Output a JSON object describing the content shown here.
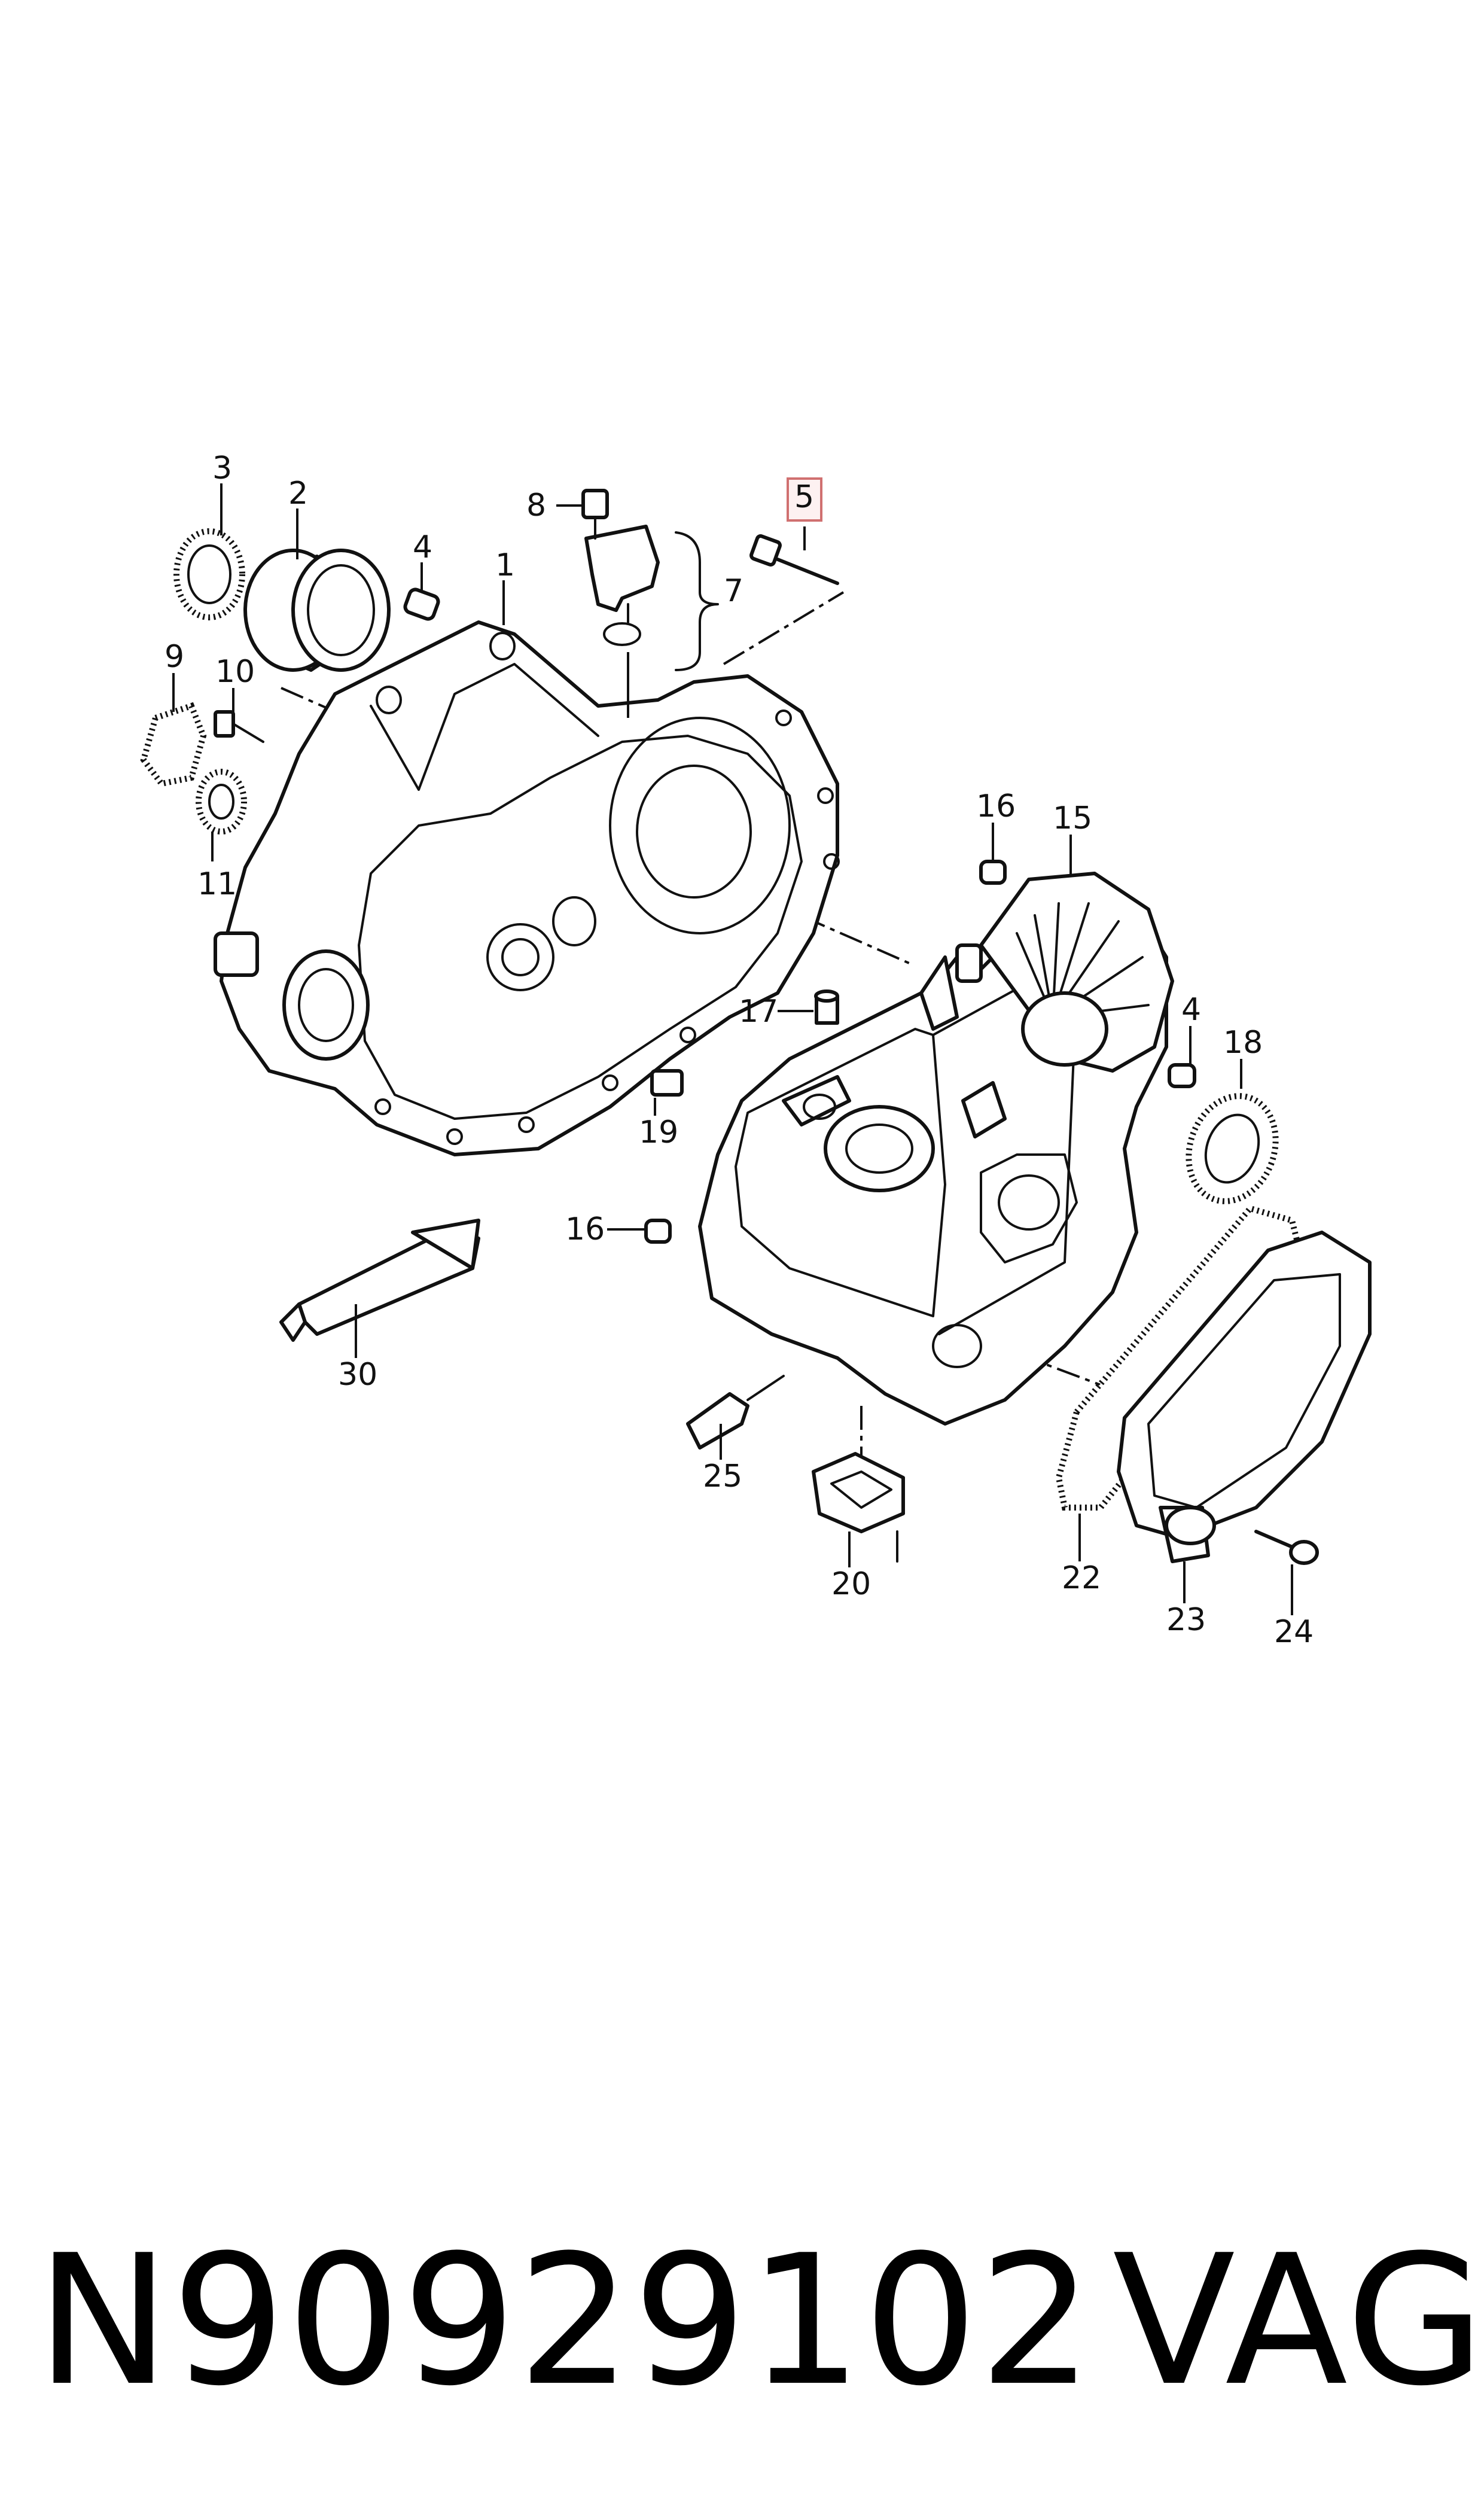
{
  "callouts": {
    "c1": "1",
    "c2": "2",
    "c3": "3",
    "c4a": "4",
    "c4b": "4",
    "c5": "5",
    "c7": "7",
    "c8": "8",
    "c9": "9",
    "c10": "10",
    "c11": "11",
    "c15": "15",
    "c16a": "16",
    "c16b": "16",
    "c17": "17",
    "c18": "18",
    "c19": "19",
    "c20": "20",
    "c22": "22",
    "c23": "23",
    "c24": "24",
    "c25": "25",
    "c30": "30"
  },
  "highlighted_callout": "5",
  "footer": {
    "part_number": "N90929102",
    "brand": "VAG"
  }
}
